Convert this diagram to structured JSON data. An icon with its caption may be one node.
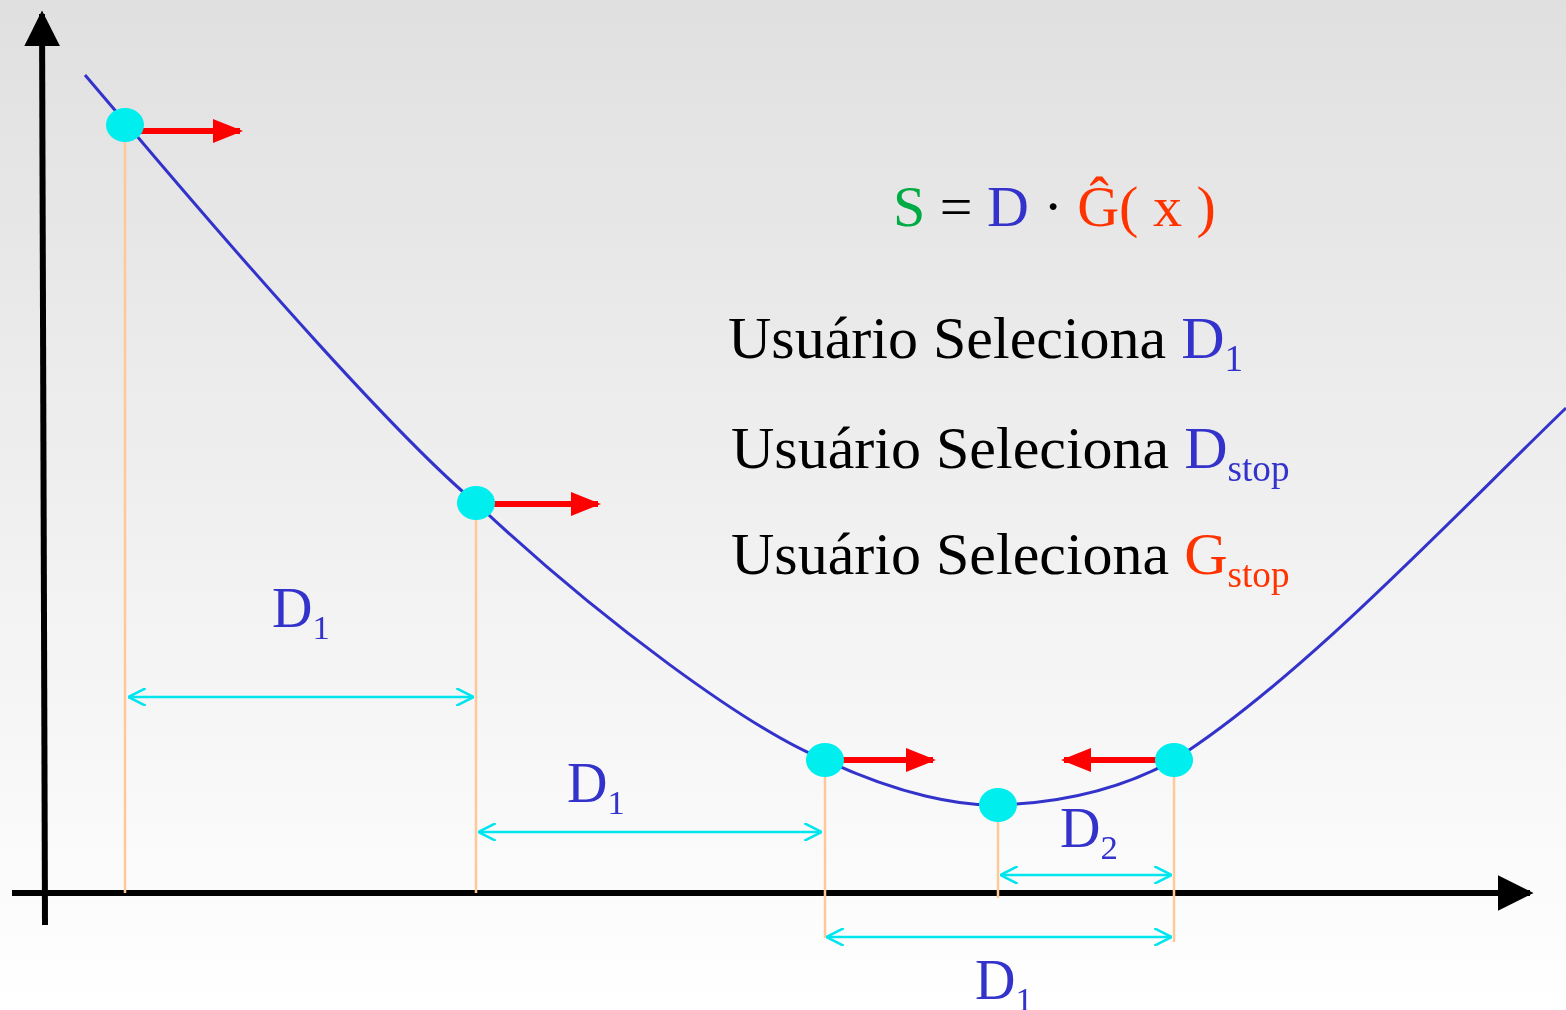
{
  "diagram": {
    "labels": [
      "S = D · Ĝ( x )",
      "Usuário Seleciona D$_{1}$",
      "Usuário Seleciona D$_{stop}$",
      "Usuário Seleciona G$_{stop}$",
      "D$_{1}$",
      "D$_{1}$",
      "D$_{2}$",
      "D$_{1}$"
    ]
  }
}
